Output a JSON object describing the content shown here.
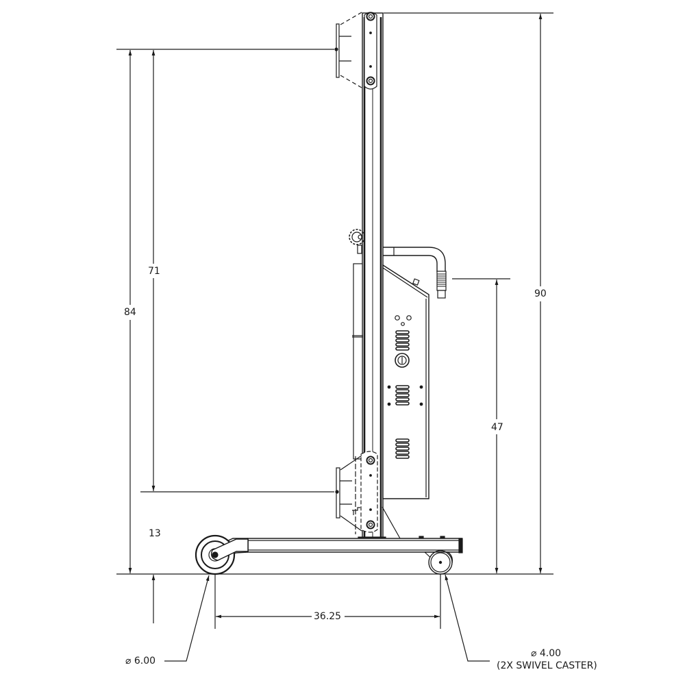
{
  "drawing": {
    "type": "side elevation technical drawing",
    "subject": "mobile lift cart with vertical mast, control cabinet, handle and casters",
    "line_color": "#1a1a1a",
    "background": "#ffffff"
  },
  "dimensions": {
    "overall_height": {
      "label": "90"
    },
    "top_mount_height": {
      "label": "84"
    },
    "lift_travel": {
      "label": "71"
    },
    "bottom_mount_height": {
      "label": "13"
    },
    "handle_height": {
      "label": "47"
    },
    "wheelbase": {
      "label": "36.25"
    }
  },
  "callouts": {
    "rear_wheel": {
      "symbol": "⌀",
      "value": "6.00",
      "label": "⌀ 6.00"
    },
    "front_caster": {
      "symbol": "⌀",
      "value": "4.00",
      "label": "⌀ 4.00",
      "note": "(2X SWIVEL CASTER)"
    }
  }
}
